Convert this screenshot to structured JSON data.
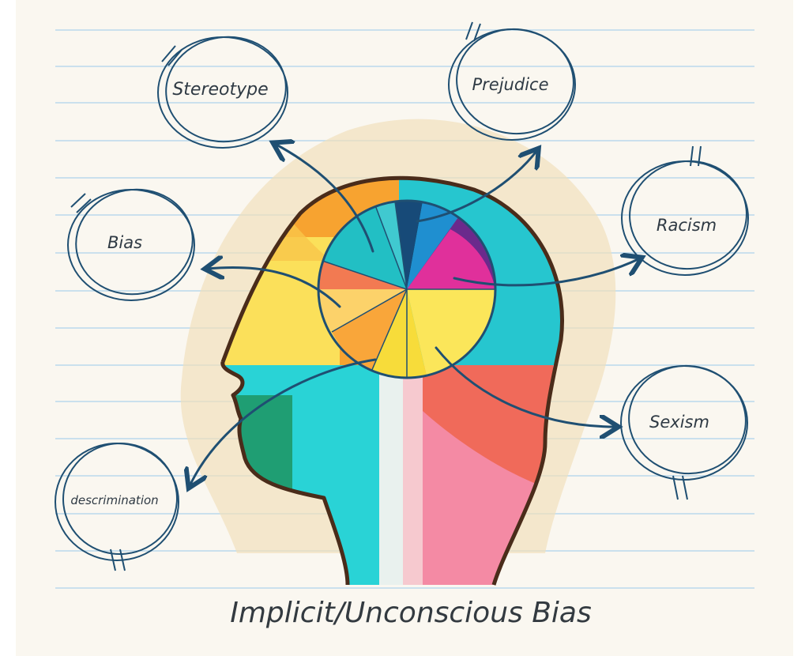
{
  "title": "Implicit/Unconscious Bias",
  "concepts": {
    "stereotype": "Stereotype",
    "prejudice": "Prejudice",
    "racism": "Racism",
    "bias": "Bias",
    "sexism": "Sexism",
    "discrimination": "descrimination"
  },
  "colors": {
    "paper": "#faf7f0",
    "ruled_line": "#b9d9ec",
    "ink": "#1f4f72",
    "outline": "#4a2c1a",
    "orange": "#f7a330",
    "teal": "#26c6cf",
    "purple": "#6b2a8c",
    "magenta": "#e0309b",
    "yellow": "#fbe65a",
    "coral": "#f06a5a",
    "green": "#1f9e73",
    "pink": "#f48aa4"
  }
}
